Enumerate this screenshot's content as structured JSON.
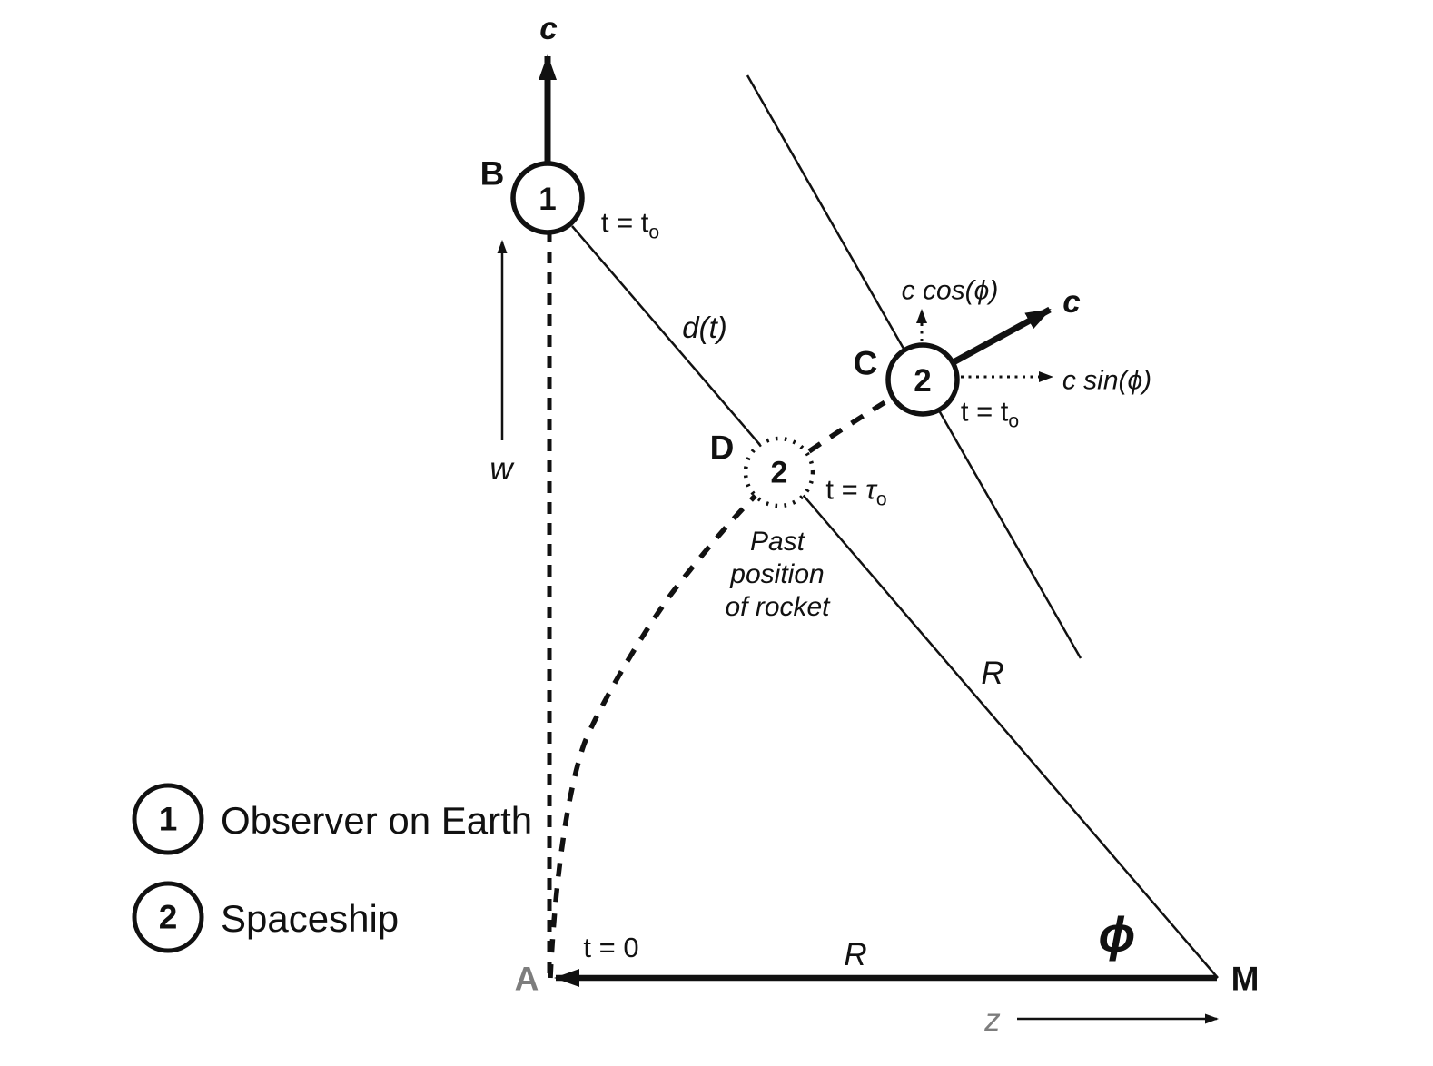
{
  "figure": {
    "background_color": "#ffffff",
    "line_color": "#111111",
    "muted_color": "#7d7d7d",
    "legend": {
      "items": [
        {
          "symbol": "1",
          "label": "Observer on Earth"
        },
        {
          "symbol": "2",
          "label": "Spaceship"
        }
      ]
    },
    "nodes": {
      "A": {
        "name": "A",
        "time": "t = 0"
      },
      "B": {
        "name": "B",
        "occupant": "1",
        "time_pre": "t = t",
        "time_sub": "o"
      },
      "C": {
        "name": "C",
        "occupant": "2",
        "time_pre": "t = t",
        "time_sub": "o"
      },
      "D": {
        "name": "D",
        "occupant": "2",
        "time_pre": "t = ",
        "time_tau": "τ",
        "time_sub": "o",
        "note": [
          "Past",
          "position",
          "of rocket"
        ]
      },
      "M": {
        "name": "M"
      }
    },
    "vectors": {
      "c_top": "c",
      "c_right": "c",
      "c_cos": "c cos(ϕ)",
      "c_sin": "c sin(ϕ)",
      "w": "w",
      "z": "z"
    },
    "measures": {
      "d_of_t": "d(t)",
      "R_slant": "R",
      "R_base": "R",
      "phi": "ϕ"
    }
  }
}
